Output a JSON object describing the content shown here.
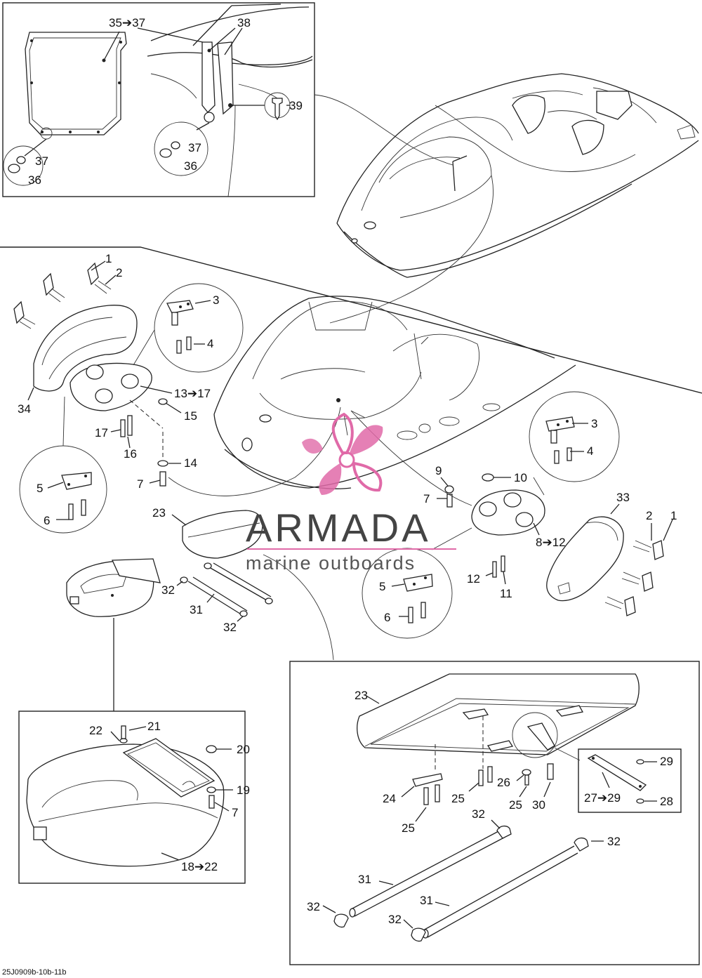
{
  "diagram": {
    "code": "25J0909b-10b-11b",
    "watermark": {
      "brand": "ARMADA",
      "tagline": "marine outboards",
      "color": "#e06aa8"
    },
    "labels": {
      "l35_37": "35➔37",
      "l38": "38",
      "l39": "39",
      "l37a": "37",
      "l36a": "36",
      "l37b": "37",
      "l36b": "36",
      "l1a": "1",
      "l2a": "2",
      "l3a": "3",
      "l4a": "4",
      "l34": "34",
      "l13_17": "13➔17",
      "l15": "15",
      "l17": "17",
      "l16": "16",
      "l14": "14",
      "l7a": "7",
      "l5a": "5",
      "l6a": "6",
      "l3b": "3",
      "l4b": "4",
      "l9": "9",
      "l10": "10",
      "l7b": "7",
      "l33": "33",
      "l2b": "2",
      "l1b": "1",
      "l8_12": "8➔12",
      "l12": "12",
      "l11": "11",
      "l5b": "5",
      "l6b": "6",
      "l23a": "23",
      "l32a": "32",
      "l31a": "31",
      "l32b": "32",
      "l22": "22",
      "l21": "21",
      "l20": "20",
      "l19": "19",
      "l7c": "7",
      "l18_22": "18➔22",
      "l23b": "23",
      "l24": "24",
      "l25a": "25",
      "l26": "26",
      "l25b": "25",
      "l30": "30",
      "l25c": "25",
      "l29": "29",
      "l27_29": "27➔29",
      "l28": "28",
      "l32c": "32",
      "l32d": "32",
      "l31b": "31",
      "l31c": "31",
      "l32e": "32",
      "l32f": "32"
    }
  }
}
